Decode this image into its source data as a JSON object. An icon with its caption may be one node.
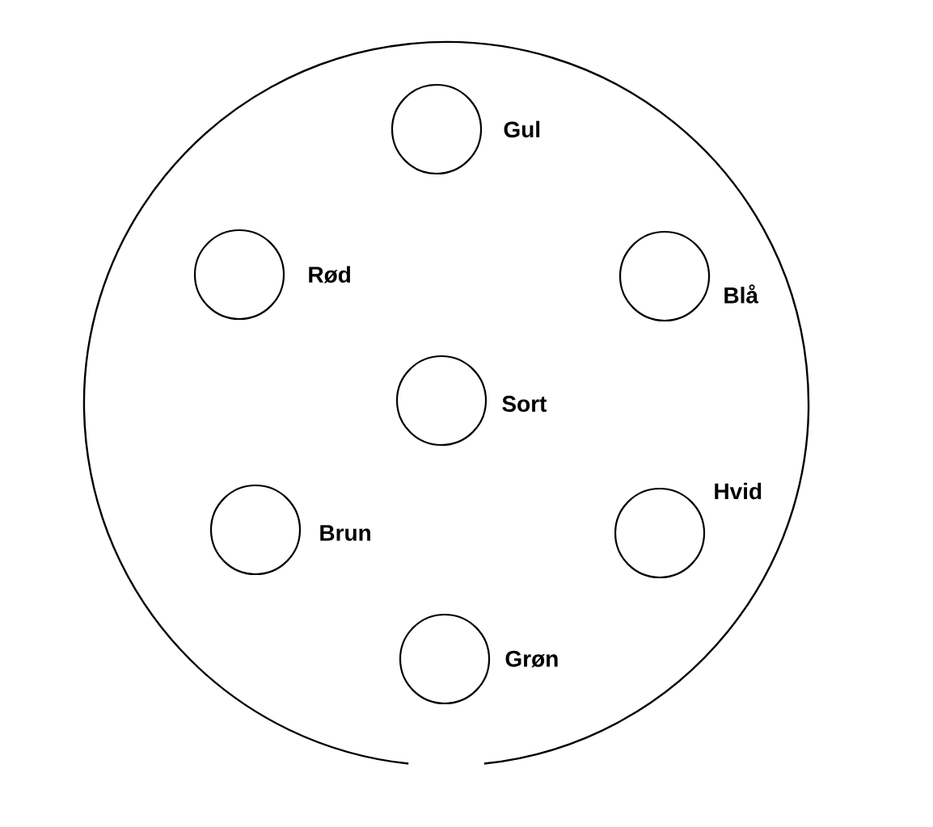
{
  "diagram": {
    "nodes": [
      {
        "text": [],
        "shape": "circle"
      },
      {
        "text": [
          "Gul"
        ],
        "in": 0
      },
      {
        "text": [
          "Rød"
        ],
        "in": 0
      },
      {
        "text": [
          "Blå"
        ],
        "in": 0
      },
      {
        "text": [
          "Sort"
        ],
        "in": 0
      },
      {
        "text": [
          "Brun"
        ],
        "in": 0
      },
      {
        "text": [
          "Hvid"
        ],
        "in": 0
      },
      {
        "text": [
          "Grøn"
        ],
        "in": 0
      }
    ]
  }
}
